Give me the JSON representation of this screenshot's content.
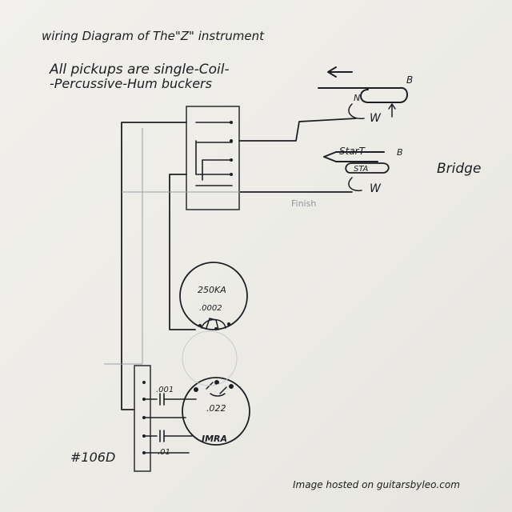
{
  "title": "wiring Diagram of The\"Z\" instrument",
  "subtitle_line1": "All pickups are single-Coil-",
  "subtitle_line2": "-Percussive-Hum buckers",
  "pickup_top": {
    "label_b": "B",
    "label_n": "N",
    "label_w": "W"
  },
  "pickup_bottom": {
    "label_start": "StarT",
    "label_b": "B",
    "label_sta": "STA",
    "label_w": "W"
  },
  "finish_label": "Finish",
  "bridge_label": "Bridge",
  "volume_pot": {
    "value": "250KA",
    "cap": ".0002"
  },
  "tone_pot": {
    "cap": ".022",
    "maker": "IMRA"
  },
  "cap_upper": ".001",
  "cap_lower": ".01",
  "part_number": "#106D",
  "watermark": "Image hosted on guitarsbyleo.com"
}
